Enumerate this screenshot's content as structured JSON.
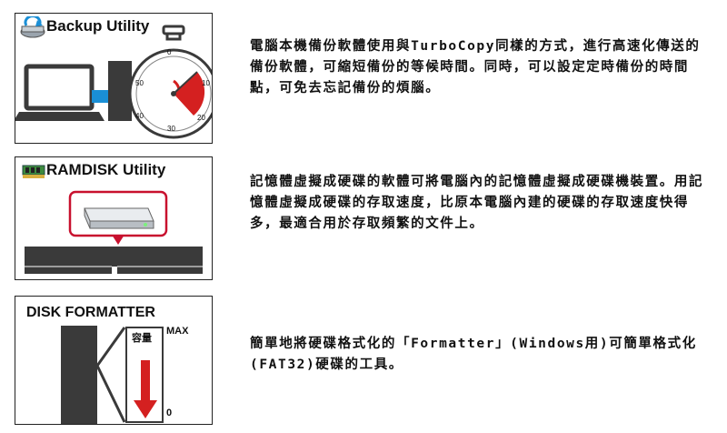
{
  "backup": {
    "title": "Backup Utility",
    "stopwatch_ticks": [
      "0",
      "10",
      "20",
      "30",
      "40",
      "50"
    ],
    "description": "電腦本機備份軟體使用與TurboCopy同樣的方式，進行高速化傳送的備份軟體，可縮短備份的等候時間。同時，可以設定定時備份的時間點，可免去忘記備份的煩腦。"
  },
  "ramdisk": {
    "title": "RAMDISK Utility",
    "description": "記憶體虛擬成硬碟的軟體可將電腦內的記憶體虛擬成硬碟機裝置。用記憶體虛擬成硬碟的存取速度，比原本電腦內建的硬碟的存取速度快得多，最適合用於存取頻繁的文件上。"
  },
  "formatter": {
    "title": "DISK FORMATTER",
    "capacity_label": "容量",
    "max_label": "MAX",
    "zero_label": "0",
    "description": "簡單地將硬碟格式化的「Formatter」(Windows用)可簡單格式化(FAT32)硬碟的工具。"
  },
  "colors": {
    "accent_blue": "#1a8fd6",
    "accent_red": "#d42020",
    "callout_red": "#c8102e",
    "dark": "#3a3a3a"
  }
}
